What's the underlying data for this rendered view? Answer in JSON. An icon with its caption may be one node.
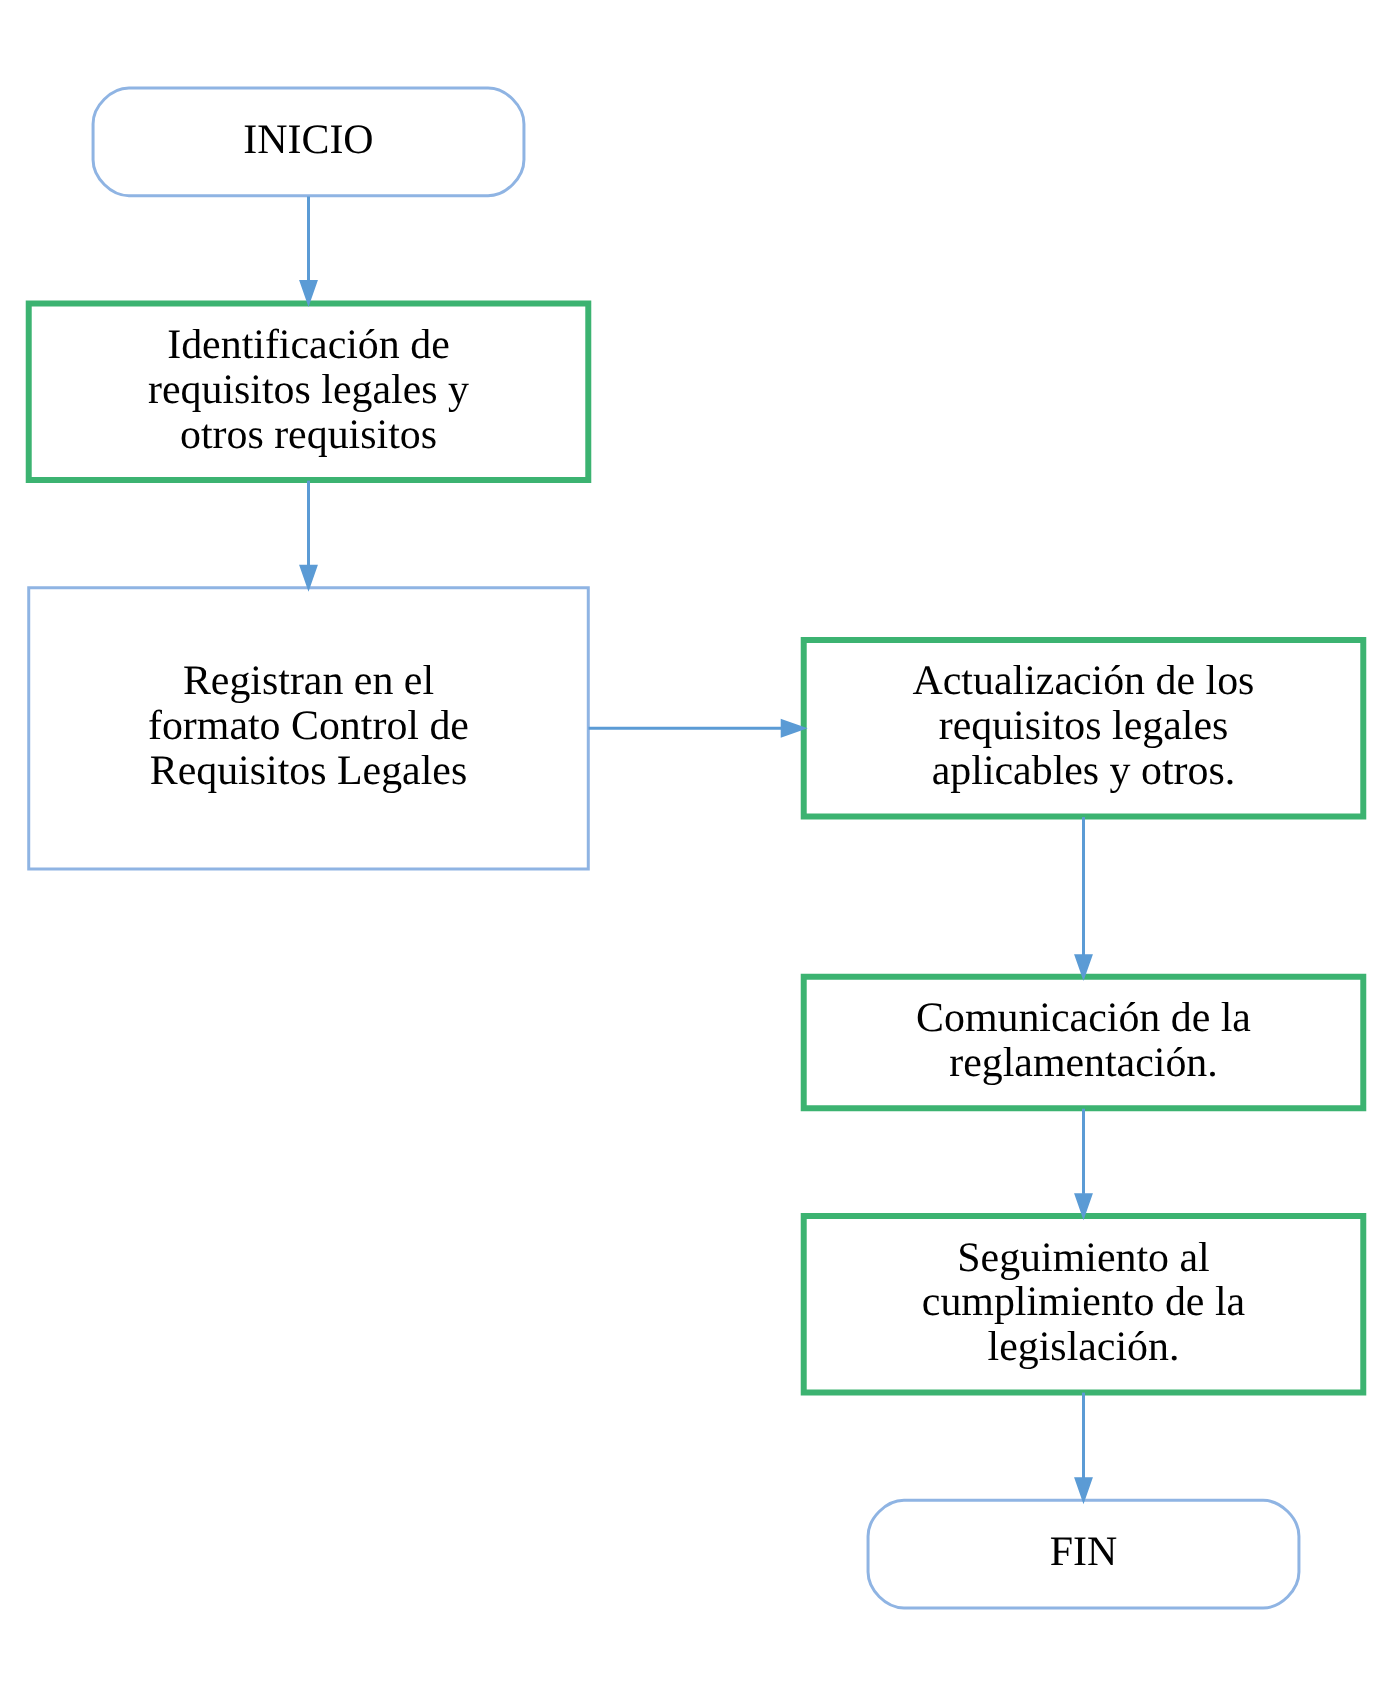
{
  "diagram": {
    "nodes": [
      {
        "text": [
          "INICIO"
        ]
      },
      {
        "text": [
          "Identificación de requisitos legales y otros requisitos"
        ]
      },
      {
        "text": [
          "Registran en el formato Control de Requisitos Legales"
        ]
      },
      {
        "text": [
          "Actualización de los requisitos legales aplicables y otros."
        ]
      },
      {
        "text": [
          "Comunicación de la reglamentación."
        ]
      },
      {
        "text": [
          "Seguimiento al cumplimiento de la legislación."
        ]
      },
      {
        "text": [
          "FIN"
        ]
      }
    ],
    "edges": [
      {
        "from": 0,
        "to": 1,
        "arrow": "to"
      },
      {
        "from": 1,
        "to": 2,
        "arrow": "to"
      },
      {
        "from": 2,
        "to": 3,
        "arrow": "to"
      },
      {
        "from": 3,
        "to": 4,
        "arrow": "to"
      },
      {
        "from": 4,
        "to": 5,
        "arrow": "to"
      },
      {
        "from": 5,
        "to": 6,
        "arrow": "to"
      }
    ]
  }
}
